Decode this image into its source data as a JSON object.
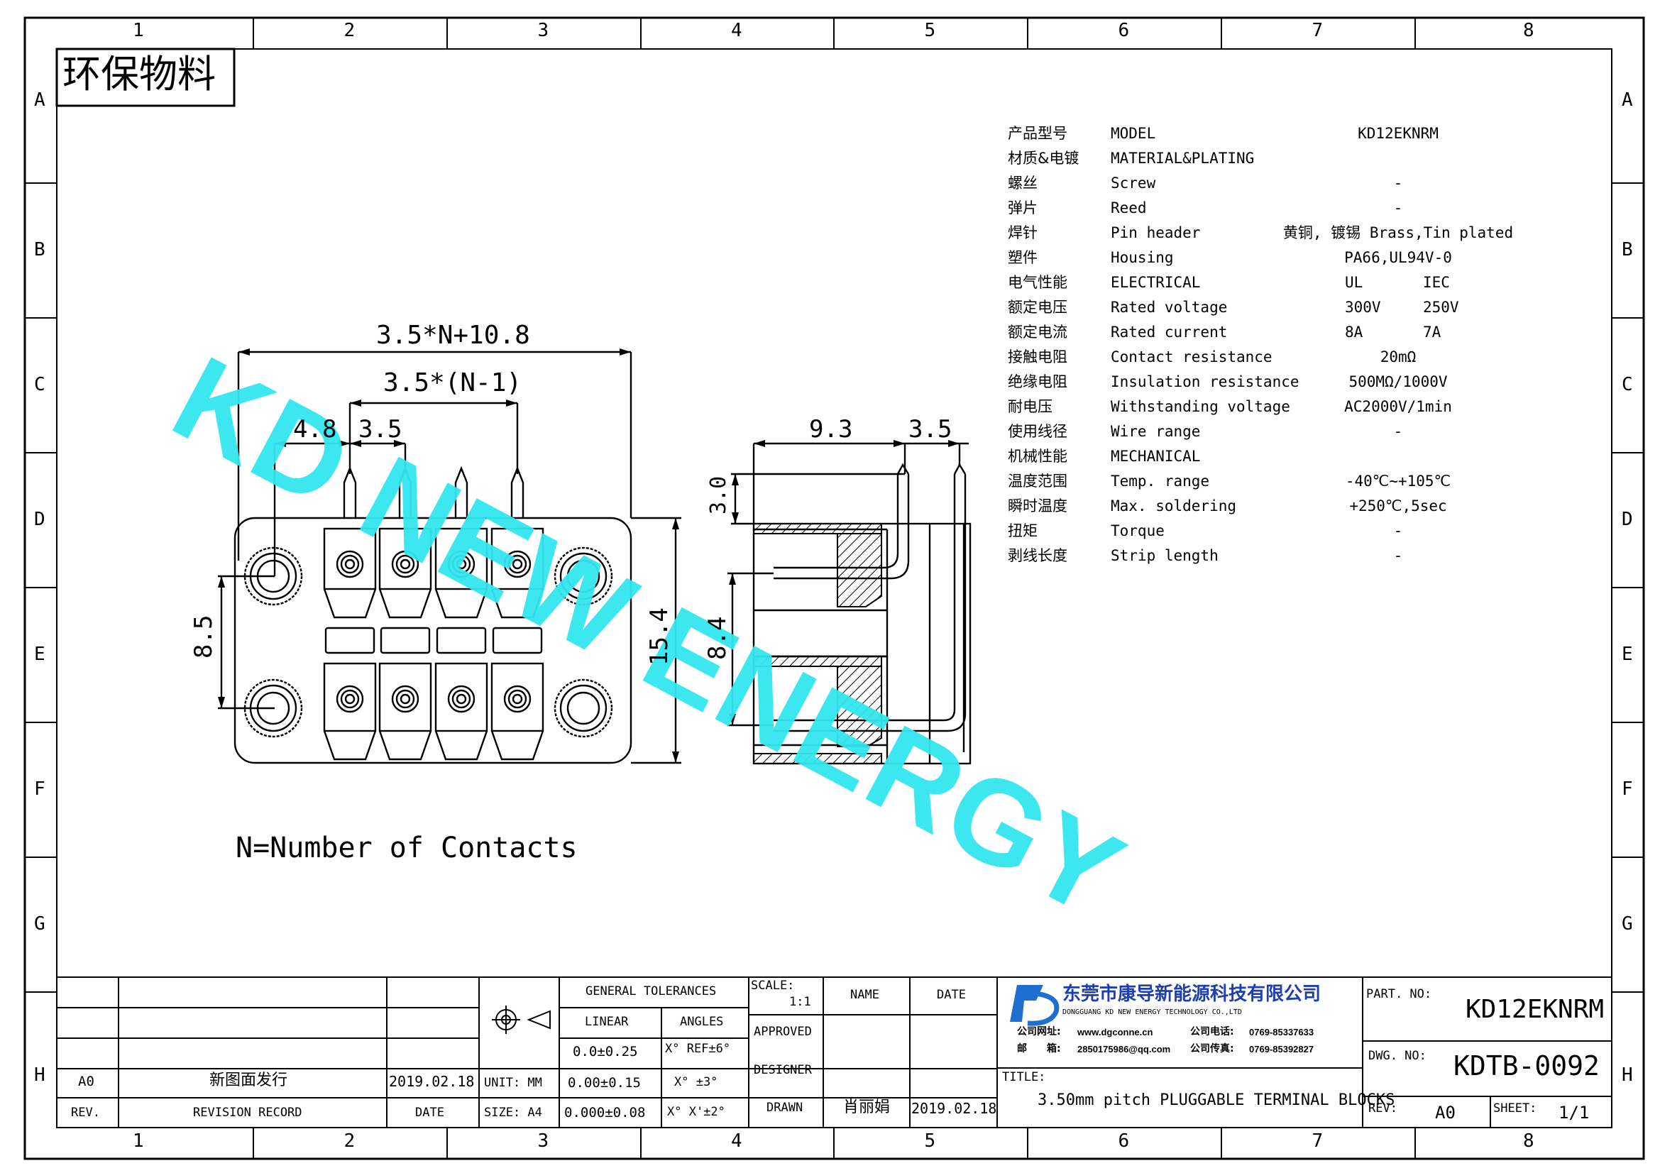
{
  "eco_label": "环保物料",
  "watermark": "KD NEW ENERGY",
  "grid": {
    "cols": [
      "1",
      "2",
      "3",
      "4",
      "5",
      "6",
      "7",
      "8"
    ],
    "rows": [
      "A",
      "B",
      "C",
      "D",
      "E",
      "F",
      "G",
      "H"
    ]
  },
  "dims": {
    "overall": "3.5*N+10.8",
    "pitch_n": "3.5*(N-1)",
    "d48": "4.8",
    "d35a": "3.5",
    "d85": "8.5",
    "d154": "15.4",
    "d93": "9.3",
    "d35b": "3.5",
    "d30": "3.0",
    "d84": "8.4"
  },
  "note": "N=Number of Contacts",
  "specs": [
    {
      "cn": "产品型号",
      "en": "MODEL",
      "v1": "KD12EKNRM",
      "v2": ""
    },
    {
      "cn": "材质&电镀",
      "en": "MATERIAL&PLATING",
      "v1": "",
      "v2": ""
    },
    {
      "cn": "螺丝",
      "en": "Screw",
      "v1": "-",
      "v2": ""
    },
    {
      "cn": "弹片",
      "en": "Reed",
      "v1": "-",
      "v2": ""
    },
    {
      "cn": "焊针",
      "en": "Pin header",
      "v1": "黄铜, 镀锡 Brass,Tin plated",
      "v2": ""
    },
    {
      "cn": "塑件",
      "en": "Housing",
      "v1": "PA66,UL94V-0",
      "v2": ""
    },
    {
      "cn": "电气性能",
      "en": "ELECTRICAL",
      "v1": "UL",
      "v2": "IEC"
    },
    {
      "cn": "额定电压",
      "en": "Rated voltage",
      "v1": "300V",
      "v2": "250V"
    },
    {
      "cn": "额定电流",
      "en": "Rated current",
      "v1": "8A",
      "v2": "7A"
    },
    {
      "cn": "接触电阻",
      "en": "Contact resistance",
      "v1": "20mΩ",
      "v2": ""
    },
    {
      "cn": "绝缘电阻",
      "en": "Insulation resistance",
      "v1": "500MΩ/1000V",
      "v2": ""
    },
    {
      "cn": "耐电压",
      "en": "Withstanding voltage",
      "v1": "AC2000V/1min",
      "v2": ""
    },
    {
      "cn": "使用线径",
      "en": "Wire range",
      "v1": "-",
      "v2": ""
    },
    {
      "cn": "机械性能",
      "en": "MECHANICAL",
      "v1": "",
      "v2": ""
    },
    {
      "cn": "温度范围",
      "en": "Temp. range",
      "v1": "-40℃~+105℃",
      "v2": ""
    },
    {
      "cn": "瞬时温度",
      "en": "Max. soldering",
      "v1": "+250℃,5sec",
      "v2": ""
    },
    {
      "cn": "扭矩",
      "en": "Torque",
      "v1": "-",
      "v2": ""
    },
    {
      "cn": "剥线长度",
      "en": "Strip length",
      "v1": "-",
      "v2": ""
    }
  ],
  "title_block": {
    "rev_code": "A0",
    "rev_desc": "新图面发行",
    "rev_date": "2019.02.18",
    "rev_hdr": "REV.",
    "record_hdr": "REVISION RECORD",
    "date_hdr": "DATE",
    "unit": "UNIT: MM",
    "size": "SIZE: A4",
    "gen_tol": "GENERAL TOLERANCES",
    "linear": "LINEAR",
    "angles": "ANGLES",
    "lin1": "0.0±0.25",
    "lin2": "0.00±0.15",
    "lin3": "0.000±0.08",
    "ang1": "X° REF±6°",
    "ang2": "X° ±3°",
    "ang3": "X° X'±2°",
    "scale_lbl": "SCALE:",
    "scale_val": "1:1",
    "name_hdr": "NAME",
    "date_hdr2": "DATE",
    "approved": "APPROVED",
    "designer": "DESIGNER",
    "drawn": "DRAWN",
    "drawn_name": "肖丽娟",
    "drawn_date": "2019.02.18",
    "company_cn": "东莞市康导新能源科技有限公司",
    "company_en": "DONGGUANG KD NEW ENERGY TECHNOLOGY CO.,LTD",
    "web_lbl": "公司网址:",
    "web": "www.dgconne.cn",
    "tel_lbl": "公司电话:",
    "tel": "0769-85337633",
    "mail_lbl": "邮　　箱:",
    "mail": "2850175986@qq.com",
    "fax_lbl": "公司传真:",
    "fax": "0769-85392827",
    "title_lbl": "TITLE:",
    "title": "3.50mm pitch PLUGGABLE TERMINAL BLOCKS",
    "part_lbl": "PART. NO:",
    "part": "KD12EKNRM",
    "dwg_lbl": "DWG. NO:",
    "dwg": "KDTB-0092",
    "rev_lbl": "REV:",
    "rev": "A0",
    "sheet_lbl": "SHEET:",
    "sheet": "1/1"
  },
  "colors": {
    "watermark": "#33e6f0",
    "line": "#000000",
    "logo_blue": "#1f6fd1"
  }
}
